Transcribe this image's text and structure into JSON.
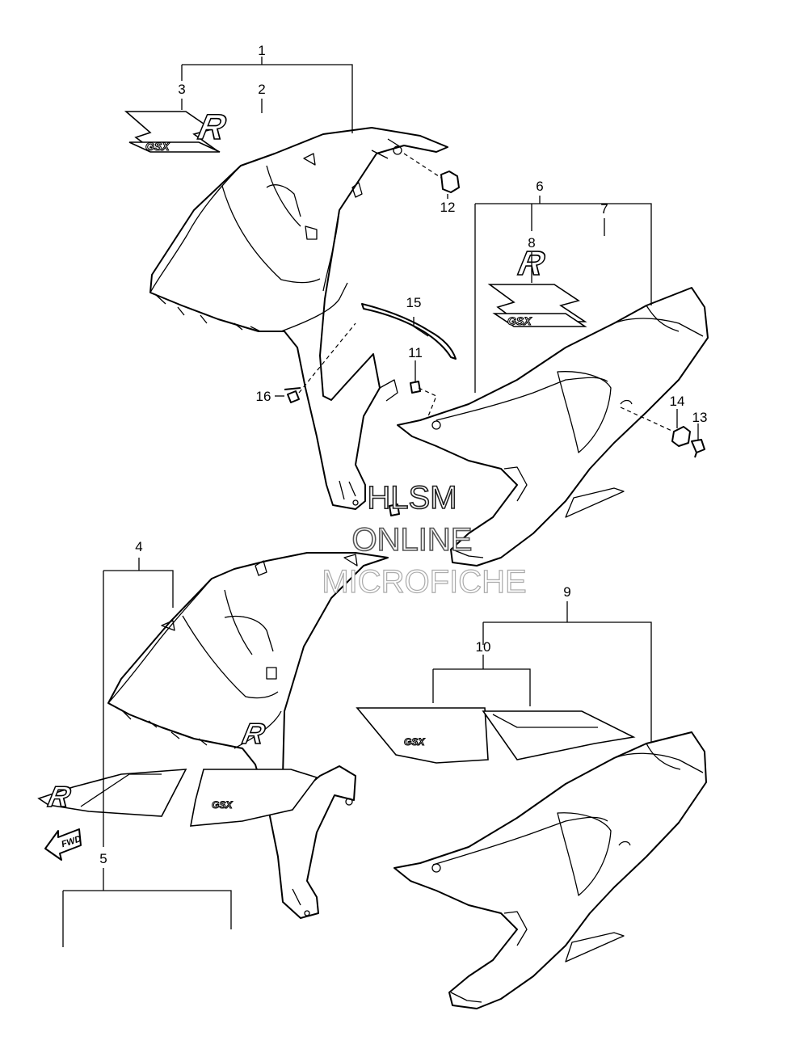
{
  "callouts": [
    "1",
    "2",
    "3",
    "4",
    "5",
    "6",
    "7",
    "8",
    "9",
    "10",
    "11",
    "12",
    "13",
    "14",
    "15",
    "16"
  ],
  "decals": {
    "letter_r": "R",
    "letter_gsx": "GSX"
  },
  "watermark": {
    "line1": "HLSM",
    "line2": "ONLINE",
    "line3": "MICROFICHE"
  },
  "fwd_label": "FWD",
  "colors": {
    "line": "#000000",
    "background": "#ffffff"
  }
}
